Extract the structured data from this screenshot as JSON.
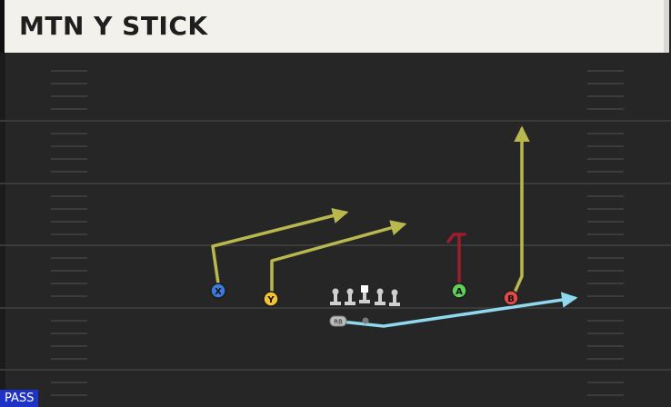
{
  "play": {
    "title": "MTN Y STICK",
    "type_badge": "PASS"
  },
  "players": {
    "X": {
      "label": "X",
      "color": "#3b7be0"
    },
    "Y": {
      "label": "Y",
      "color": "#f2c230"
    },
    "A": {
      "label": "A",
      "color": "#5fcf5a"
    },
    "B": {
      "label": "B",
      "color": "#e04848"
    },
    "RB": {
      "label": "RB",
      "color": "#bdbdbd"
    }
  },
  "colors": {
    "route_primary": "#b9b84f",
    "route_block": "#9c1e2e",
    "route_rb": "#8fd8ee",
    "field_bg": "#262626",
    "yard_line": "#3a3a3a",
    "hash": "#4a4a4a"
  }
}
